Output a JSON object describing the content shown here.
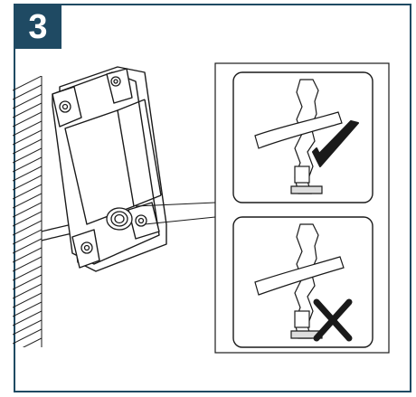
{
  "step": {
    "number": "3"
  },
  "colors": {
    "frame": "#1f4a63",
    "badge": "#1f4a63",
    "line": "#1a1a1a",
    "fill": "#ffffff"
  },
  "panels": [
    {
      "id": "correct",
      "mark": "check-icon"
    },
    {
      "id": "incorrect",
      "mark": "cross-icon"
    }
  ]
}
